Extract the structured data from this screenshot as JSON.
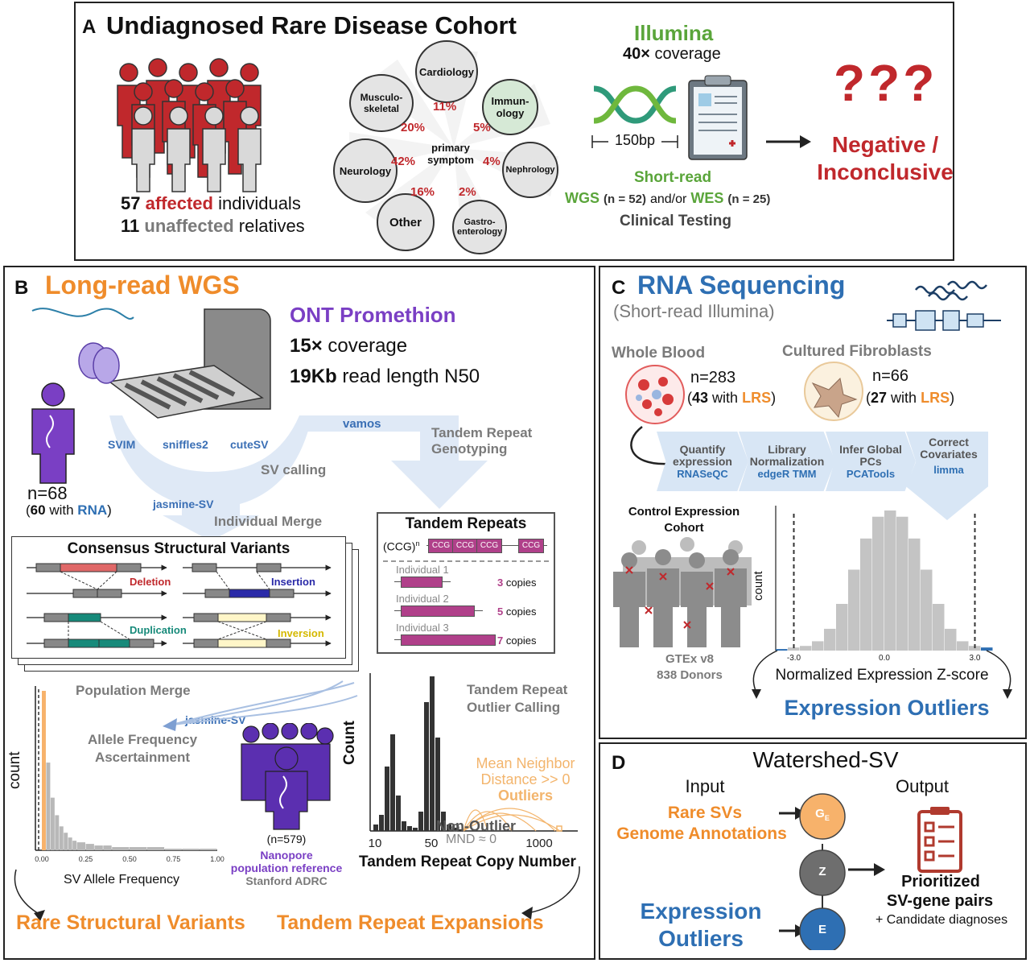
{
  "panel_a": {
    "letter": "A",
    "title": "Undiagnosed Rare Disease Cohort",
    "affected_count": "57",
    "affected_word": "affected",
    "affected_rest": "individuals",
    "unaffected_count": "11",
    "unaffected_word": "unaffected",
    "unaffected_rest": "relatives",
    "center_label": "primary symptom",
    "symptoms": [
      {
        "name": "Cardiology",
        "pct": "11%"
      },
      {
        "name": "Immun-ology",
        "pct": "5%"
      },
      {
        "name": "Nephrology",
        "pct": "4%"
      },
      {
        "name": "Gastro-enterology",
        "pct": "2%"
      },
      {
        "name": "Other",
        "pct": "16%"
      },
      {
        "name": "Neurology",
        "pct": "42%"
      },
      {
        "name": "Musculo-skeletal",
        "pct": "20%"
      }
    ],
    "illumina": "Illumina",
    "coverage_num": "40×",
    "coverage_word": "coverage",
    "read_length": "150bp",
    "short_read": "Short-read",
    "wgs": "WGS",
    "wgs_n": "(n = 52)",
    "andor": "and/or",
    "wes": "WES",
    "wes_n": "(n = 25)",
    "clinical": "Clinical Testing",
    "qmarks": "???",
    "result_line1": "Negative /",
    "result_line2": "Inconclusive"
  },
  "panel_b": {
    "letter": "B",
    "title": "Long-read WGS",
    "platform": "ONT Promethion",
    "coverage_num": "15×",
    "coverage_word": "coverage",
    "readlen_num": "19Kb",
    "readlen_word": "read length N50",
    "n_total": "n=68",
    "n_rna_open": "(",
    "n_rna_num": "60",
    "n_rna_with": "with",
    "n_rna_word": "RNA",
    "n_rna_close": ")",
    "callers": [
      "SVIM",
      "sniffles2",
      "cuteSV"
    ],
    "sv_calling": "SV calling",
    "jasmine1": "jasmine-SV",
    "individual_merge": "Individual Merge",
    "vamos": "vamos",
    "tr_genotyping": "Tandem Repeat Genotyping",
    "consensus_title": "Consensus Structural Variants",
    "sv_types": [
      "Deletion",
      "Insertion",
      "Duplication",
      "Inversion"
    ],
    "tr_title": "Tandem Repeats",
    "tr_motif": "(CCG)",
    "tr_motif_sup": "n",
    "tr_unit": "CCG",
    "tr_individuals": [
      {
        "name": "Individual 1",
        "copies_num": "3",
        "copies_word": "copies"
      },
      {
        "name": "Individual 2",
        "copies_num": "5",
        "copies_word": "copies"
      },
      {
        "name": "Individual 3",
        "copies_num": "7",
        "copies_word": "copies"
      }
    ],
    "population_merge": "Population Merge",
    "jasmine2": "jasmine-SV",
    "allele_freq": "Allele Frequency Ascertainment",
    "pop_n": "(n=579)",
    "pop_ref1": "Nanopore",
    "pop_ref2": "population reference",
    "pop_ref3": "Stanford ADRC",
    "tr_outlier": "Tandem Repeat Outlier Calling",
    "mnd_line1": "Mean Neighbor",
    "mnd_line2": "Distance >> 0",
    "outliers": "Outliers",
    "non_outlier": "Non-Outlier",
    "mnd_zero": "MND ≈ 0",
    "rare_sv": "Rare Structural Variants",
    "tr_expansions": "Tandem Repeat Expansions"
  },
  "sv_hist": {
    "type": "bar",
    "ylabel": "count",
    "xlabel": "SV Allele Frequency",
    "xticks": [
      "0.00",
      "0.25",
      "0.50",
      "0.75",
      "1.00"
    ],
    "bins_x": [
      0.0,
      0.025,
      0.05,
      0.075,
      0.1,
      0.125,
      0.15,
      0.175,
      0.2,
      0.25,
      0.3,
      0.35,
      0.4,
      0.5,
      0.6,
      0.7,
      0.8,
      0.9,
      1.0
    ],
    "bins_y": [
      100,
      55,
      33,
      22,
      15,
      11,
      8,
      6,
      5,
      4,
      3,
      3,
      2,
      2,
      2,
      1,
      1,
      1,
      1
    ],
    "rare_bin": 0,
    "colors": {
      "rare": "#f7b26b",
      "common": "#b8b8b8"
    }
  },
  "tr_hist": {
    "type": "bar",
    "ylabel": "Count",
    "xlabel": "Tandem Repeat Copy Number",
    "xticks": [
      "10",
      "50",
      "1000"
    ],
    "bars": [
      4,
      10,
      40,
      60,
      22,
      6,
      3,
      2,
      12,
      80,
      96,
      58,
      12,
      4,
      2,
      1
    ],
    "colors": {
      "bar": "#333333",
      "arc": "#f3b56d"
    }
  },
  "panel_c": {
    "letter": "C",
    "title": "RNA Sequencing",
    "subtitle": "(Short-read Illumina)",
    "whole_blood": "Whole Blood",
    "wb_n": "n=283",
    "wb_lrs_num": "43",
    "wb_lrs_with": "with",
    "wb_lrs_word": "LRS",
    "fibro": "Cultured Fibroblasts",
    "fb_n": "n=66",
    "fb_lrs_num": "27",
    "fb_lrs_with": "with",
    "fb_lrs_word": "LRS",
    "steps": [
      {
        "title": "Quantify expression",
        "tool": "RNASeQC"
      },
      {
        "title": "Library Normalization",
        "tool": "edgeR TMM"
      },
      {
        "title": "Infer Global PCs",
        "tool": "PCATools"
      },
      {
        "title": "Correct Covariates",
        "tool": "limma"
      }
    ],
    "control_title": "Control Expression Cohort",
    "gtex": "GTEx v8",
    "donors": "838 Donors",
    "expr_outliers": "Expression Outliers"
  },
  "z_hist": {
    "type": "bar",
    "ylabel": "count",
    "xlabel": "Normalized Expression Z-score",
    "xticks": [
      "-3.0",
      "0.0",
      "3.0"
    ],
    "thresholds": [
      -3.0,
      3.0
    ],
    "xlim": [
      -3.6,
      3.6
    ],
    "bin_width": 0.4,
    "values": [
      1,
      2,
      3,
      6,
      14,
      30,
      52,
      72,
      86,
      90,
      86,
      72,
      52,
      30,
      14,
      6,
      3,
      2
    ],
    "colors": {
      "body": "#c4c4c4",
      "tail": "#2e6fb3"
    }
  },
  "panel_d": {
    "letter": "D",
    "title": "Watershed-SV",
    "input": "Input",
    "output": "Output",
    "rare_svs": "Rare SVs",
    "genome_ann": "Genome Annotations",
    "expr1": "Expression",
    "expr2": "Outliers",
    "node_g": "G",
    "node_g_sub": "E",
    "node_z": "Z",
    "node_e": "E",
    "prioritized": "Prioritized",
    "pairs": "SV-gene pairs",
    "candidates": "+ Candidate diagnoses"
  }
}
